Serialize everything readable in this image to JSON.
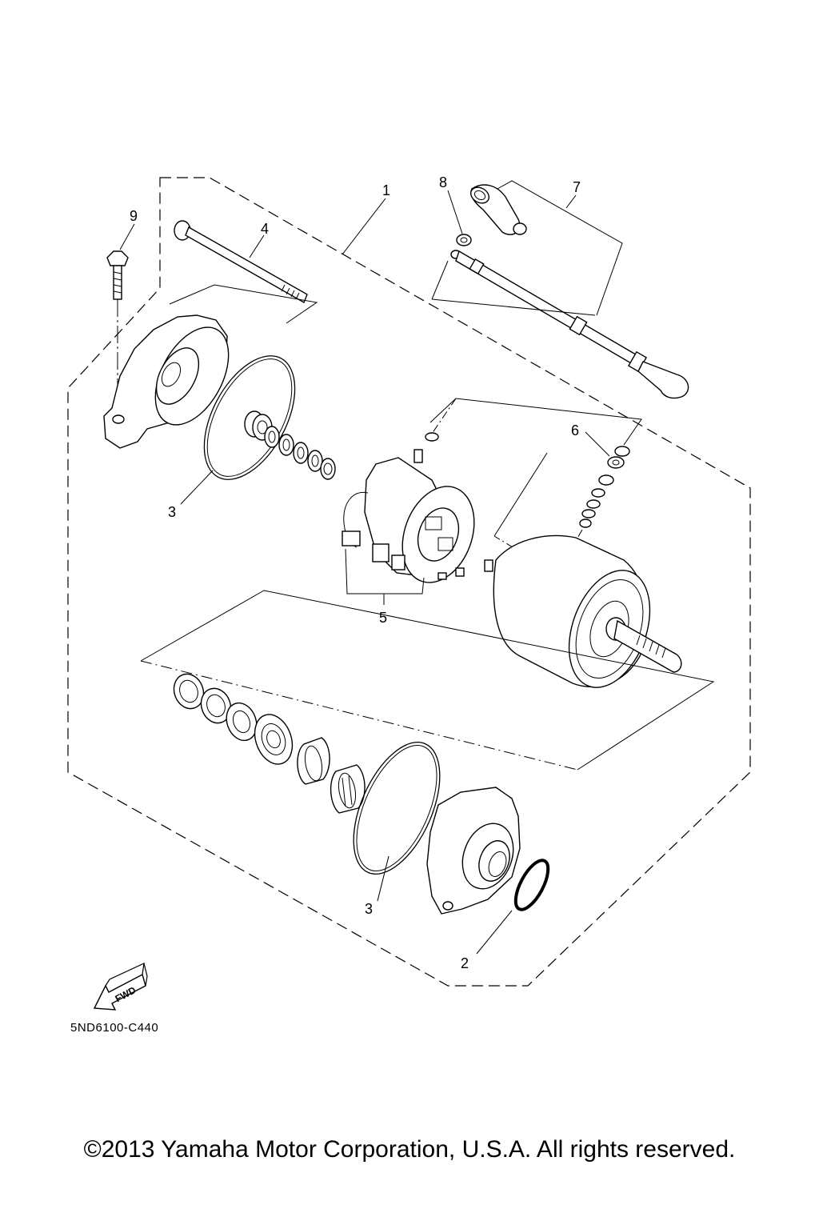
{
  "diagram": {
    "callouts": {
      "c1": "1",
      "c2": "2",
      "c3a": "3",
      "c3b": "3",
      "c4": "4",
      "c5": "5",
      "c6": "6",
      "c7": "7",
      "c8": "8",
      "c9": "9"
    },
    "fwd_label": "FWD",
    "ref_code": "5ND6100-C440",
    "copyright": "©2013 Yamaha Motor Corporation, U.S.A. All rights reserved."
  }
}
